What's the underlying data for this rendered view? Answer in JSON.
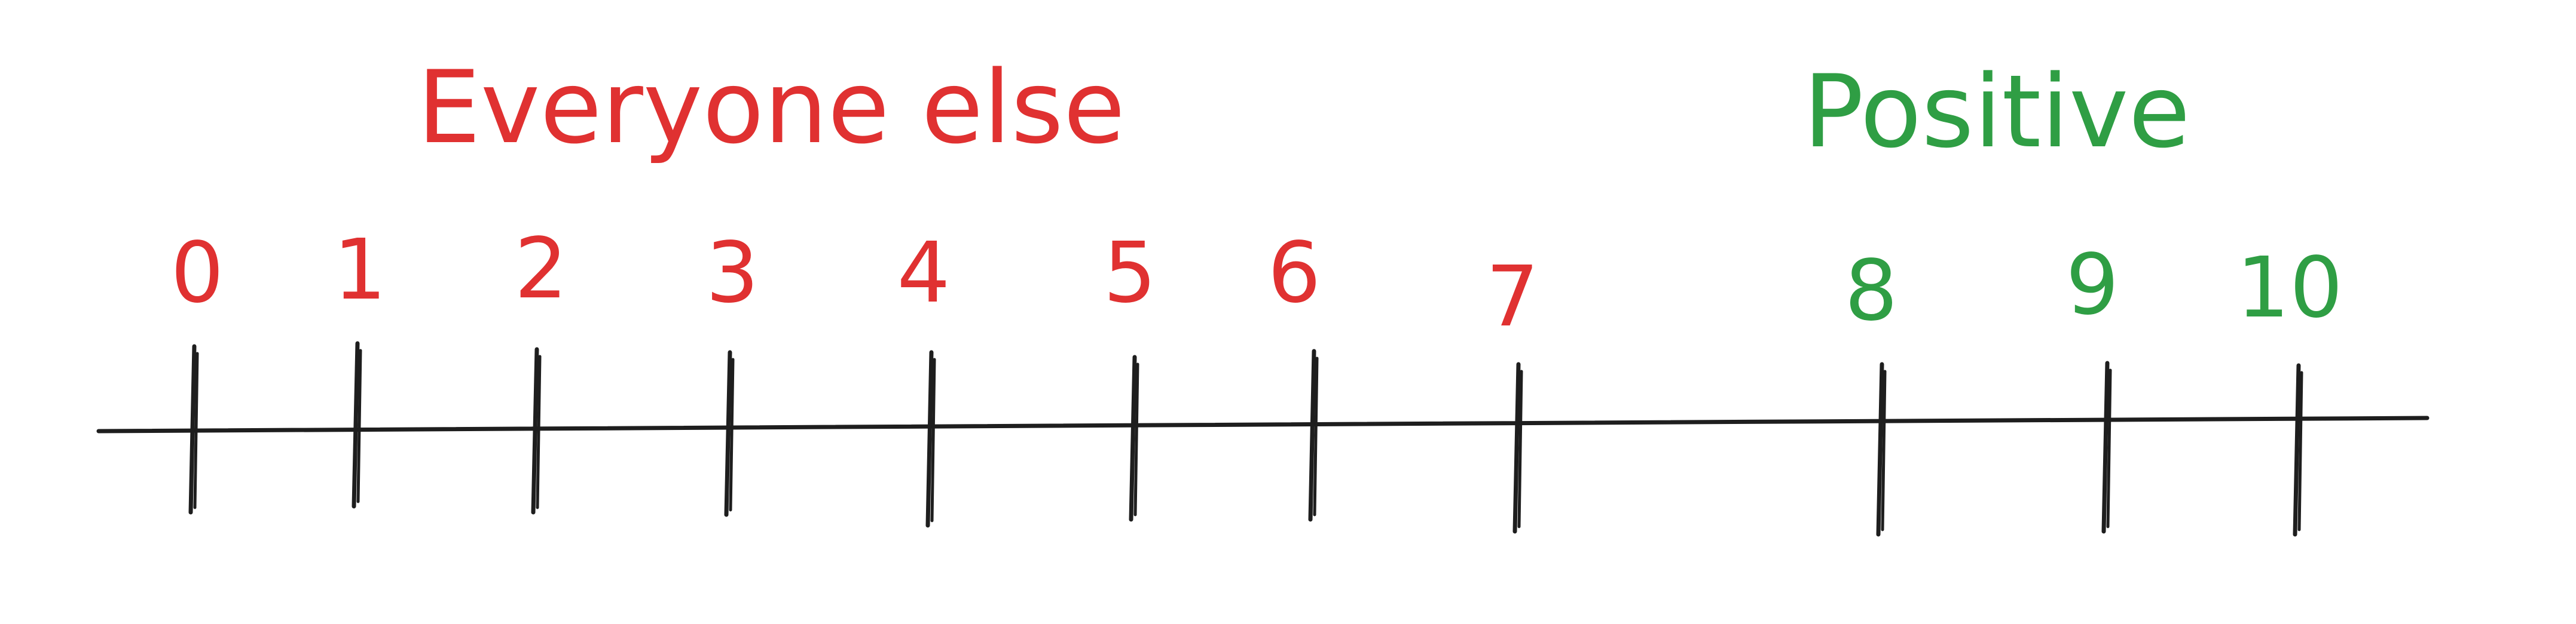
{
  "groups": {
    "left": {
      "label": "Everyone else",
      "color": "#e03131"
    },
    "right": {
      "label": "Positive",
      "color": "#2f9e44"
    }
  },
  "ticks": [
    {
      "label": "0",
      "group": "left"
    },
    {
      "label": "1",
      "group": "left"
    },
    {
      "label": "2",
      "group": "left"
    },
    {
      "label": "3",
      "group": "left"
    },
    {
      "label": "4",
      "group": "left"
    },
    {
      "label": "5",
      "group": "left"
    },
    {
      "label": "6",
      "group": "left"
    },
    {
      "label": "7",
      "group": "left"
    },
    {
      "label": "8",
      "group": "right"
    },
    {
      "label": "9",
      "group": "right"
    },
    {
      "label": "10",
      "group": "right"
    }
  ],
  "line_color": "#1e1e1e"
}
